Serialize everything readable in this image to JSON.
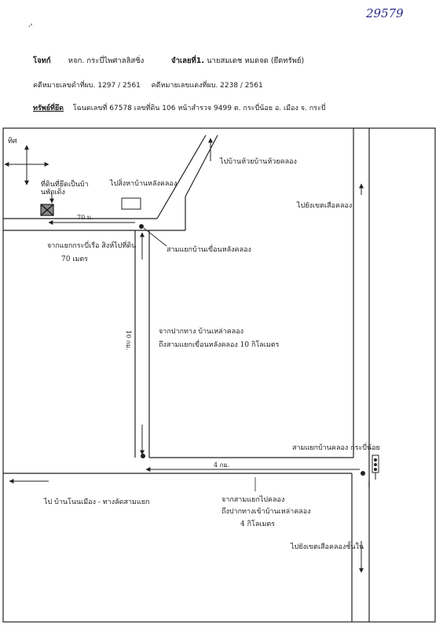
{
  "doc_number": "29579",
  "header": {
    "plaintiff_label": "โจทก์",
    "plaintiff_value": "หจก. กระบี่ไพศาลลิสซิ่ง",
    "defendant_label": "จำเลยที่1.",
    "defendant_value": "นายสมเดช หมดจด (ยึดทรัพย์)",
    "black_case": "คดีหมายเลขดำที่ผบ. 1297 / 2561",
    "red_case": "คดีหมายเลขแดงที่ผบ. 2238 / 2561",
    "asset_label": "ทรัพย์ที่ยึด",
    "asset_value": "โฉนดเลขที่ 67578 เลขที่ดิน 106 หน้าสำรวจ 9499 ต. กระบี่น้อย อ. เมือง จ. กระบี่"
  },
  "map": {
    "north_label": "ทิศ",
    "plot_label": "ที่ดินที่ยึดเป็นบ้านพักเดิ่ง",
    "canal_house_label": "ไปสิ่งหาบ้านหลังคลอง",
    "to_huai_label": "ไปบ้านห้วยบ้านห้วยคลอง",
    "to_inner_label": "ไปยังเขตเสือคลอง",
    "dist_70": "70 ม.",
    "from_junction_label": "จากแยกกระบี่เรือ สิงห์ไปที่ดิน",
    "from_junction_dist": "70 เมตร",
    "junction_label": "สามแยกบ้านเขื่อนหลังคลอง",
    "dist_10": "10 กม.",
    "from_pakhom_1": "จากปากทาง บ้านเหล่าคลอง",
    "from_pakhom_2": "ถึงสามแยกเขื่อนหลังคลอง 10 กิโลเมตร",
    "dist_4": "4 กม.",
    "junction2_label": "สามแยกบ้านคลอง กระบี่น้อย",
    "from_3way_1": "จากสามแยกไปคลอง",
    "from_3way_2": "ถึงปากทางเข้าบ้านเหล่าคลอง",
    "from_3way_3": "4 กิโลเมตร",
    "to_bandon_label": "ไป บ้านโนนเมือง - ทางลัดสามแยก",
    "to_lower_label": "ไปยังเขตเสือคลองชั้นใน"
  }
}
